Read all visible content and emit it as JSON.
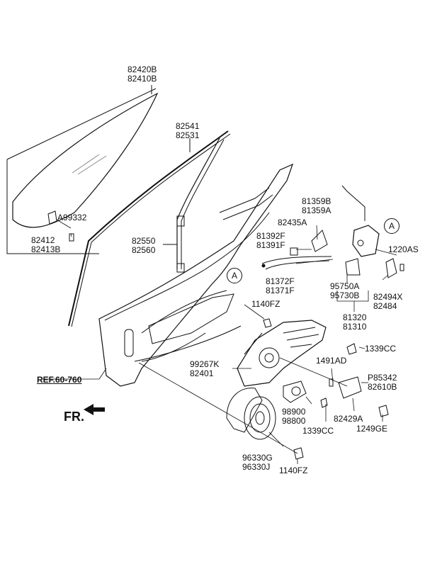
{
  "labels": {
    "p82420B": "82420B",
    "p82410B": "82410B",
    "p82541": "82541",
    "p82531": "82531",
    "pA99332": "A99332",
    "p82412": "82412",
    "p82413B": "82413B",
    "p81359B": "81359B",
    "p81359A": "81359A",
    "p82435A": "82435A",
    "p81392F": "81392F",
    "p81391F": "81391F",
    "p82550": "82550",
    "p82560": "82560",
    "p1220AS": "1220AS",
    "p81372F": "81372F",
    "p81371F": "81371F",
    "p95750A": "95750A",
    "p95730B": "95730B",
    "p82494X": "82494X",
    "p82484": "82484",
    "p1140FZ_top": "1140FZ",
    "p81320": "81320",
    "p81310": "81310",
    "p1339CC_top": "1339CC",
    "p99267K": "99267K",
    "p82401": "82401",
    "p1491AD": "1491AD",
    "pP85342": "P85342",
    "p82610B": "82610B",
    "p98900": "98900",
    "p98800": "98800",
    "p82429A": "82429A",
    "p1249GE": "1249GE",
    "p1339CC_bot": "1339CC",
    "p96330G": "96330G",
    "p96330J": "96330J",
    "p1140FZ_bot": "1140FZ",
    "ref": "REF.60-760",
    "fr": "FR.",
    "circleA1": "A",
    "circleA2": "A"
  }
}
